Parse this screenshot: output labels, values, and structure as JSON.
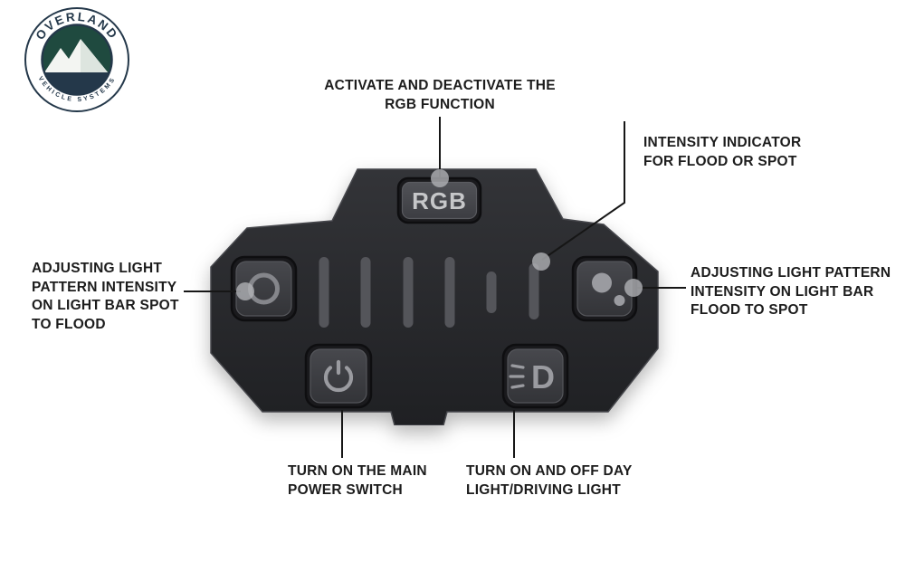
{
  "logo": {
    "arc_top": "OVERLAND",
    "arc_bottom": "VEHICLE SYSTEMS"
  },
  "device": {
    "rgb_label": "RGB",
    "daylight_label": "D"
  },
  "callouts": {
    "rgb": {
      "lines": [
        "ACTIVATE AND DEACTIVATE THE",
        "RGB FUNCTION"
      ]
    },
    "intensity": {
      "lines": [
        "INTENSITY INDICATOR",
        "FOR FLOOD OR SPOT"
      ]
    },
    "spot_to_flood": {
      "lines": [
        "ADJUSTING LIGHT",
        "PATTERN INTENSITY",
        "ON LIGHT BAR SPOT",
        "TO FLOOD"
      ]
    },
    "flood_to_spot": {
      "lines": [
        "ADJUSTING LIGHT PATTERN",
        "INTENSITY ON LIGHT BAR",
        "FLOOD TO SPOT"
      ]
    },
    "power": {
      "lines": [
        "TURN ON THE MAIN",
        "POWER SWITCH"
      ]
    },
    "daylight": {
      "lines": [
        "TURN ON AND OFF DAY",
        "LIGHT/DRIVING LIGHT"
      ]
    }
  },
  "icons": {
    "spot": "spot-ring-icon",
    "flood": "flood-dots-icon",
    "power": "power-icon",
    "daylight": "daylight-beam-icon",
    "logo": "mountains-icon"
  },
  "colors": {
    "background": "#ffffff",
    "device_body": "#2e2f33",
    "device_body_dark": "#1f2023",
    "button_face": "#404146",
    "button_groove": "#131316",
    "icon_gray": "#9a9ba0",
    "label_text": "#1c1c1c",
    "leader_line": "#161616",
    "callout_dot": "#b0b1b5",
    "logo_navy": "#24384a",
    "logo_green": "#1f4a3f"
  }
}
